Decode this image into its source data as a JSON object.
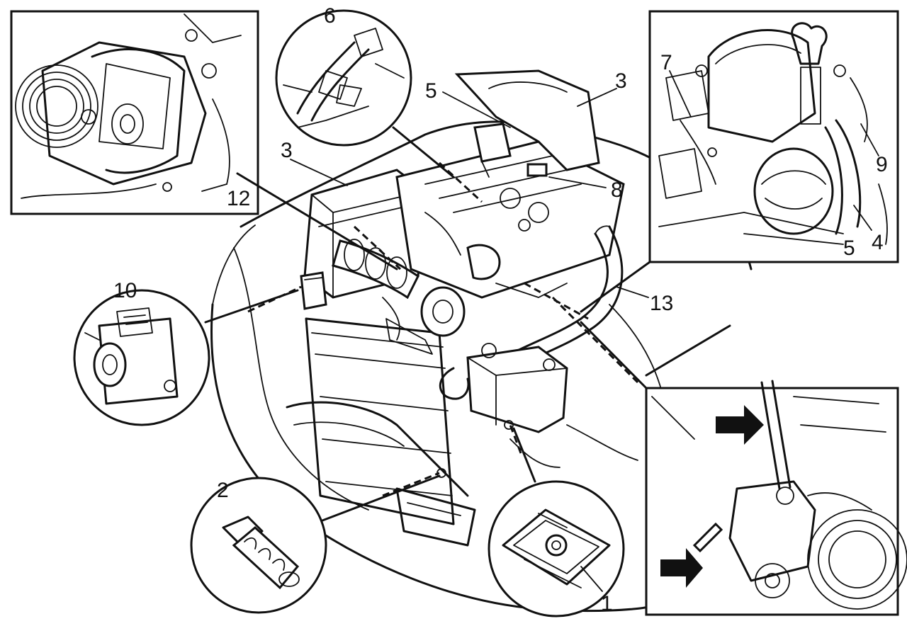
{
  "callouts": {
    "c1": "1",
    "c2": "2",
    "c3a": "3",
    "c3b": "3",
    "c4": "4",
    "c5a": "5",
    "c5b": "5",
    "c6": "6",
    "c7": "7",
    "c8": "8",
    "c9": "9",
    "c10": "10",
    "c12": "12",
    "c13": "13"
  }
}
